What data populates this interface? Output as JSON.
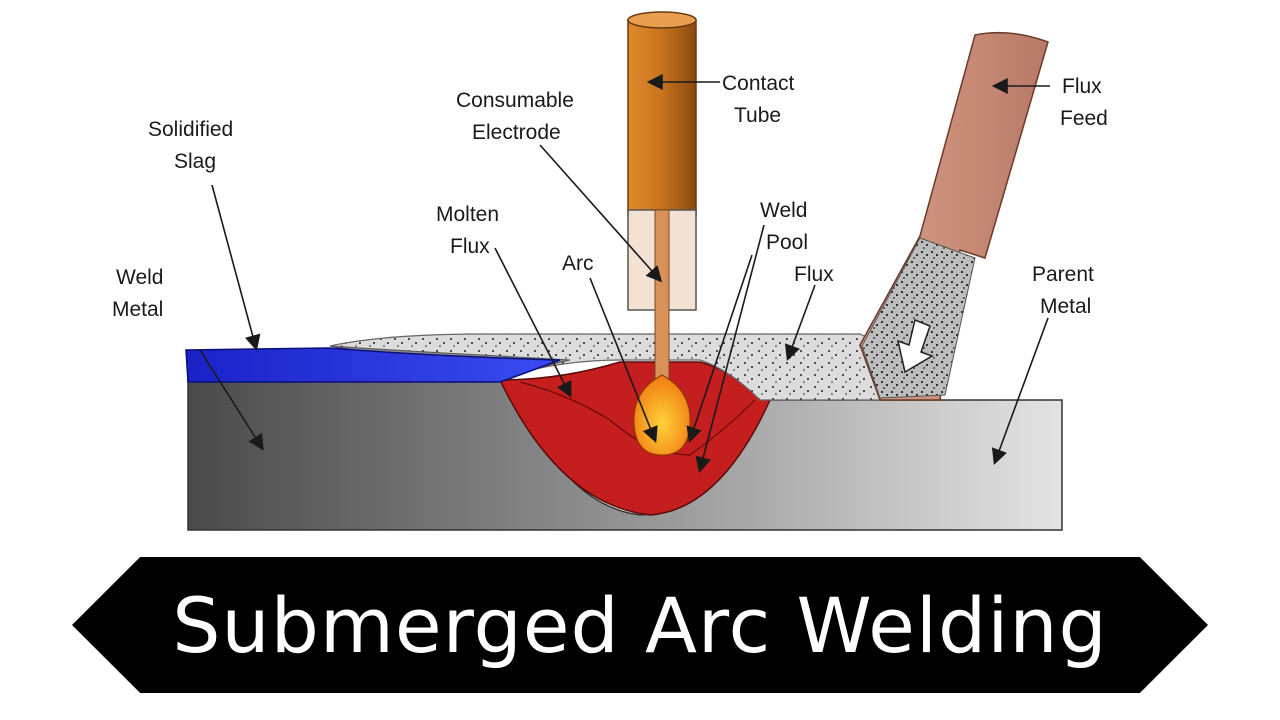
{
  "banner": {
    "title": "Submerged Arc Welding"
  },
  "labels": {
    "contact_tube": [
      "Contact",
      "Tube"
    ],
    "consumable_electrode": [
      "Consumable",
      "Electrode"
    ],
    "flux_feed": [
      "Flux",
      "Feed"
    ],
    "solidified_slag": [
      "Solidified",
      "Slag"
    ],
    "molten_flux": [
      "Molten",
      "Flux"
    ],
    "weld_pool": [
      "Weld",
      "Pool"
    ],
    "arc": "Arc",
    "flux": "Flux",
    "weld_metal": [
      "Weld",
      "Metal"
    ],
    "parent_metal": [
      "Parent",
      "Metal"
    ]
  },
  "colors": {
    "weld_metal": "#1f2bd9",
    "contact_tube": "#c8731e",
    "electrode": "#d9915a",
    "flux_feed": "#c98b76",
    "weld_pool": "#c41e1e",
    "arc": "#f5a623",
    "flux_granules": "#d9d9d9",
    "banner": "#000000"
  }
}
